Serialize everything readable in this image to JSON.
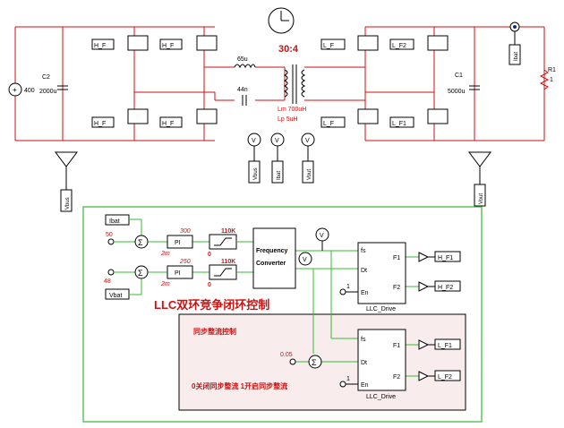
{
  "power_stage": {
    "transformer_ratio": "30:4",
    "lm_label": "Lm 700uH",
    "lp_label": "Lp 5uH",
    "lr_label": "65u",
    "cr_label": "44n",
    "c2_name": "C2",
    "c2_value": "2000u",
    "c1_name": "C1",
    "c1_value": "5000u",
    "r1_name": "R1",
    "r1_value": "1",
    "vsrc_value": "400",
    "ibat_probe": "Ibat",
    "meters": [
      "Vbus",
      "Ibat",
      "Vout"
    ],
    "vbus_left": "Vbus",
    "vout_right": "Vout"
  },
  "switch_labels": {
    "high_left_top": "H_F",
    "high_right_top": "H_F",
    "high_left_bot": "H_F",
    "high_right_bot": "H_F",
    "low_left_top": "L_F",
    "low_right_top": "L_F2",
    "low_left_bot": "L_F",
    "low_right_bot": "L_F1"
  },
  "control": {
    "title": "LLC双环竞争闭环控制",
    "ibat_in": "Ibat",
    "vbat_in": "Vbat",
    "ref_current": "50",
    "ref_voltage": "48",
    "pi_label": "PI",
    "pi1_gain": "300",
    "pi1_time": "2m",
    "pi2_gain": "250",
    "pi2_time": "2m",
    "lim_upper": "110K",
    "lim_lower": "0",
    "fc_line1": "Frequency",
    "fc_line2": "Converter",
    "drive_fs": "fs",
    "drive_dt": "Dt",
    "drive_en": "En",
    "drive_f1": "F1",
    "drive_f2": "F2",
    "drive_name": "LLC_Drive",
    "en_value": "1",
    "out_hf1": "H_F1",
    "out_hf2": "H_F2"
  },
  "sync": {
    "title": "同步整流控制",
    "offset": "0.05",
    "note": "0关闭同步整流  1开启同步整流",
    "en_value": "1",
    "drive_name": "LLC_Drive",
    "out_lf1": "L_F1",
    "out_lf2": "L_F2"
  },
  "meter_symbol": "V",
  "clock_icon": "clock-icon"
}
